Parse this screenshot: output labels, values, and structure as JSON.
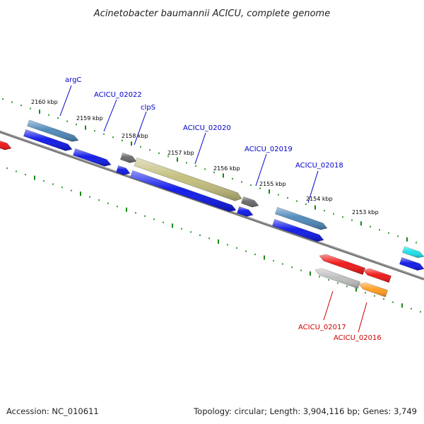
{
  "title": "Acinetobacter baumannii ACICU, complete genome",
  "footer": {
    "accession": "Accession: NC_010611",
    "summary": "Topology: circular; Length: 3,904,116 bp; Genes: 3,749"
  },
  "colors": {
    "forward_label": "#0000cc",
    "reverse_label": "#cc0000",
    "backbone": "#777777",
    "tick": "#138a13",
    "blue_cds": "#0a14e8",
    "steel_cds": "#4a86b8",
    "gray_cds": "#666666",
    "olive_cds": "#c2bd7a",
    "red_cds": "#ee1111",
    "light_gray_cds": "#bcbcbc",
    "orange_cds": "#ff9a1a",
    "cyan_cds": "#18e0ea"
  },
  "kbp_labels": [
    {
      "key": "2160",
      "text": "2160 kbp"
    },
    {
      "key": "2159",
      "text": "2159 kbp"
    },
    {
      "key": "2158",
      "text": "2158 kbp"
    },
    {
      "key": "2157",
      "text": "2157 kbp"
    },
    {
      "key": "2156",
      "text": "2156 kbp"
    },
    {
      "key": "2155",
      "text": "2155 kbp"
    },
    {
      "key": "2154",
      "text": "2154 kbp"
    },
    {
      "key": "2153",
      "text": "2153 kbp"
    }
  ],
  "gene_labels": [
    {
      "key": "argC",
      "text": "argC",
      "strand": "forward"
    },
    {
      "key": "acicu02022",
      "text": "ACICU_02022",
      "strand": "forward"
    },
    {
      "key": "clpS",
      "text": "clpS",
      "strand": "forward"
    },
    {
      "key": "acicu02020",
      "text": "ACICU_02020",
      "strand": "forward"
    },
    {
      "key": "acicu02019",
      "text": "ACICU_02019",
      "strand": "forward"
    },
    {
      "key": "acicu02018",
      "text": "ACICU_02018",
      "strand": "forward"
    },
    {
      "key": "acicu02017",
      "text": "ACICU_02017",
      "strand": "reverse"
    },
    {
      "key": "acicu02016",
      "text": "ACICU_02016",
      "strand": "reverse"
    }
  ]
}
